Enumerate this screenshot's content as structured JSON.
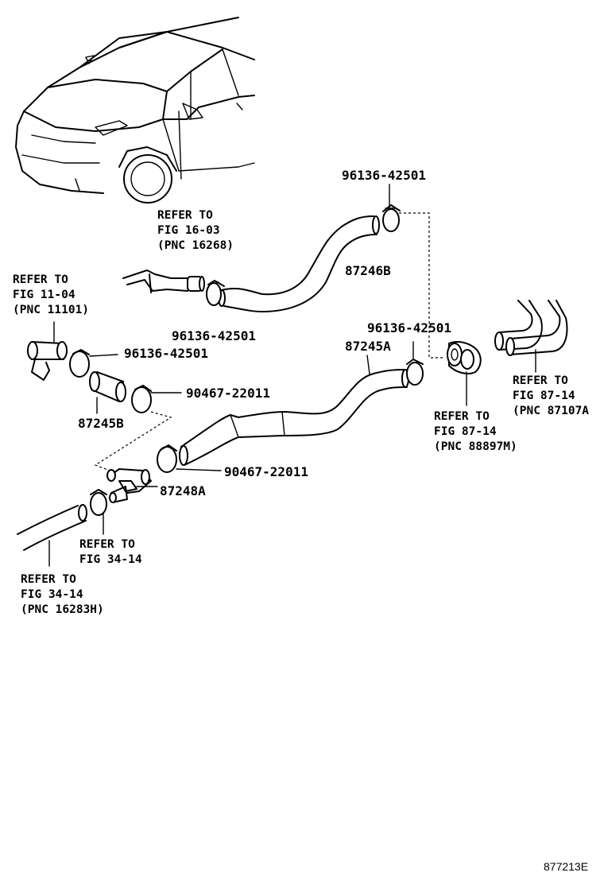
{
  "diagram": {
    "labels": {
      "refer_fig_16_03": [
        "REFER TO",
        "FIG 16-03",
        "(PNC 16268)"
      ],
      "refer_fig_11_04": [
        "REFER TO",
        "FIG 11-04",
        "(PNC 11101)"
      ],
      "refer_fig_87_14_a": [
        "REFER TO",
        "FIG 87-14",
        "(PNC 87107A"
      ],
      "refer_fig_87_14_b": [
        "REFER TO",
        "FIG 87-14",
        "(PNC 88897M)"
      ],
      "refer_fig_34_14_a": [
        "REFER TO",
        "FIG 34-14"
      ],
      "refer_fig_34_14_b": [
        "REFER TO",
        "FIG 34-14",
        "(PNC 16283H)"
      ]
    },
    "parts": {
      "clamp_top": "96136-42501",
      "hose_87246b": "87246B",
      "clamp_mid": "96136-42501",
      "clamp_left": "96136-42501",
      "hose_87245a": "87245A",
      "clamp_right": "96136-42501",
      "clip_upper": "90467-22011",
      "hose_87245b": "87245B",
      "clip_lower": "90467-22011",
      "valve_87248a": "87248A"
    },
    "figure_code": "877213E"
  }
}
